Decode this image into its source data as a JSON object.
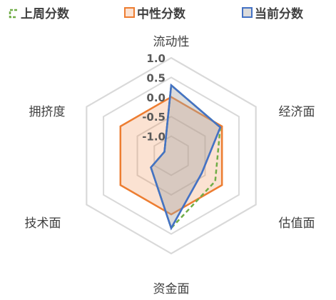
{
  "chart_data": {
    "type": "radar",
    "axes": [
      "流动性",
      "经济面",
      "估值面",
      "资金面",
      "技术面",
      "拥挤度"
    ],
    "ticks": [
      "1.0",
      "0.5",
      "0.0",
      "-0.5",
      "-1.0"
    ],
    "r_range": [
      -1.5,
      1.0
    ],
    "legend_position": "top",
    "series": [
      {
        "name": "上周分数",
        "color": "#70AD47",
        "style": "dashed",
        "fill": false,
        "values": [
          0.3,
          -0.05,
          -0.2,
          0.35,
          -0.9,
          -1.3
        ]
      },
      {
        "name": "中性分数",
        "color": "#ED7D31",
        "style": "solid",
        "fill": true,
        "values": [
          0,
          0,
          0,
          0,
          0,
          0
        ]
      },
      {
        "name": "当前分数",
        "color": "#4472C4",
        "style": "solid",
        "fill": true,
        "values": [
          0.3,
          -0.05,
          -0.6,
          0.35,
          -0.9,
          -1.3
        ]
      }
    ]
  }
}
